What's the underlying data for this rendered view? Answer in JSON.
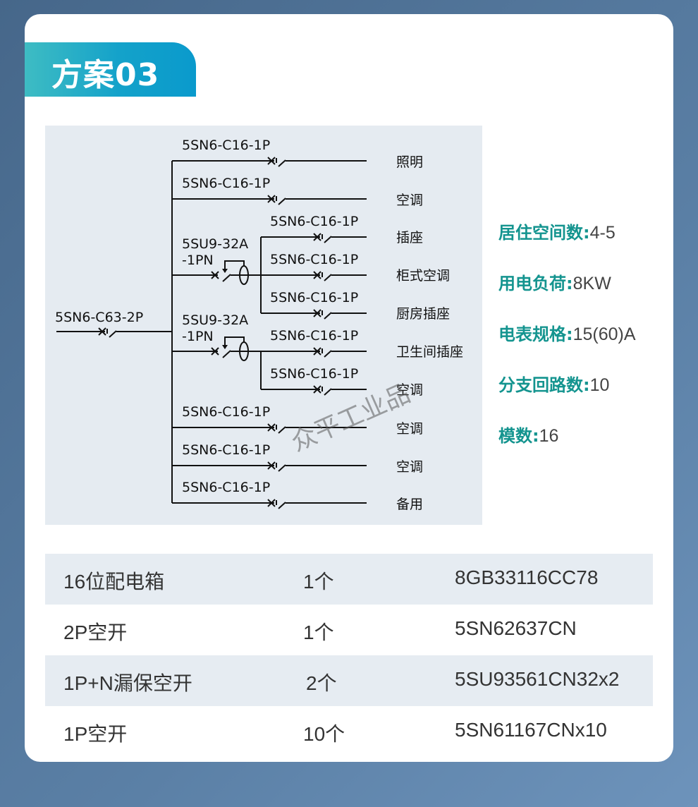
{
  "title": "方案03",
  "diagram": {
    "main_breaker": "5SN6-C63-2P",
    "branches": [
      {
        "breaker": "5SN6-C16-1P",
        "load": "照明"
      },
      {
        "breaker": "5SN6-C16-1P",
        "load": "空调"
      },
      {
        "rcd": [
          "5SU9-32A",
          "-1PN"
        ],
        "subs": [
          {
            "breaker": "5SN6-C16-1P",
            "load": "插座"
          },
          {
            "breaker": "5SN6-C16-1P",
            "load": "柜式空调"
          },
          {
            "breaker": "5SN6-C16-1P",
            "load": "厨房插座"
          }
        ]
      },
      {
        "rcd": [
          "5SU9-32A",
          "-1PN"
        ],
        "subs": [
          {
            "breaker": "5SN6-C16-1P",
            "load": "卫生间插座"
          },
          {
            "breaker": "5SN6-C16-1P",
            "load": "空调"
          }
        ]
      },
      {
        "breaker": "5SN6-C16-1P",
        "load": "空调"
      },
      {
        "breaker": "5SN6-C16-1P",
        "load": "空调"
      },
      {
        "breaker": "5SN6-C16-1P",
        "load": "备用"
      }
    ],
    "watermark": "众平工业品"
  },
  "specs": [
    {
      "label": "居住空间数:",
      "value": "4-5"
    },
    {
      "label": "用电负荷:",
      "value": "8KW"
    },
    {
      "label": "电表规格:",
      "value": "15(60)A"
    },
    {
      "label": "分支回路数:",
      "value": "10"
    },
    {
      "label": "模数:",
      "value": "16"
    }
  ],
  "parts": [
    [
      "16位配电箱",
      "1个",
      "8GB33116CC78"
    ],
    [
      "2P空开",
      "1个",
      "5SN62637CN"
    ],
    [
      "1P+N漏保空开",
      "2个",
      "5SU93561CN32x2"
    ],
    [
      "1P空开",
      "10个",
      "5SN61167CNx10"
    ]
  ],
  "colors": {
    "accent": "#14948f",
    "tab_start": "#3ebcc3",
    "tab_end": "#0a9acc"
  }
}
